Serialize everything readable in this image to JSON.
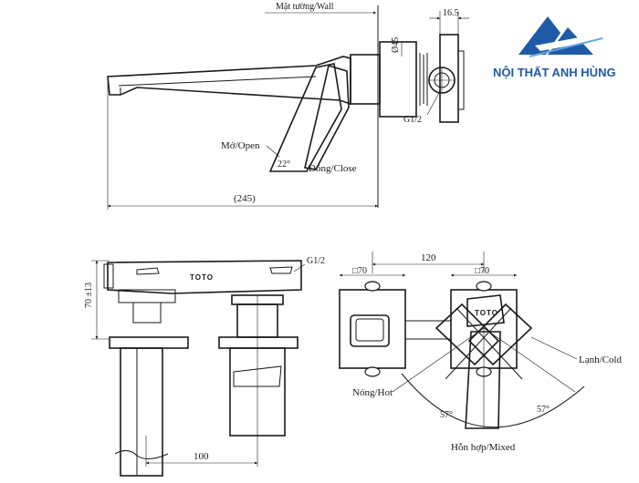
{
  "brand": {
    "name": "NỘI THẤT ANH HÙNG",
    "logo_color": "#1e5aa8"
  },
  "top_view": {
    "wall_label": "Mặt tường/Wall",
    "depth": "16.5",
    "diameter": "Ø45",
    "thread": "G1/2",
    "open_label": "Mở/Open",
    "close_label": "Đóng/Close",
    "angle": "22°",
    "length": "(245)"
  },
  "front_view": {
    "height": "70 ±13",
    "thread": "G1/2",
    "brand_mark": "TOTO",
    "spout_offset": "100"
  },
  "plate_view": {
    "spacing": "120",
    "plate_left_size": "□70",
    "plate_right_size": "□70",
    "brand_mark": "TOTO",
    "hot_label": "Nóng/Hot",
    "cold_label": "Lạnh/Cold",
    "mixed_label": "Hỗn hợp/Mixed",
    "angle_left": "57°",
    "angle_right": "57°"
  }
}
